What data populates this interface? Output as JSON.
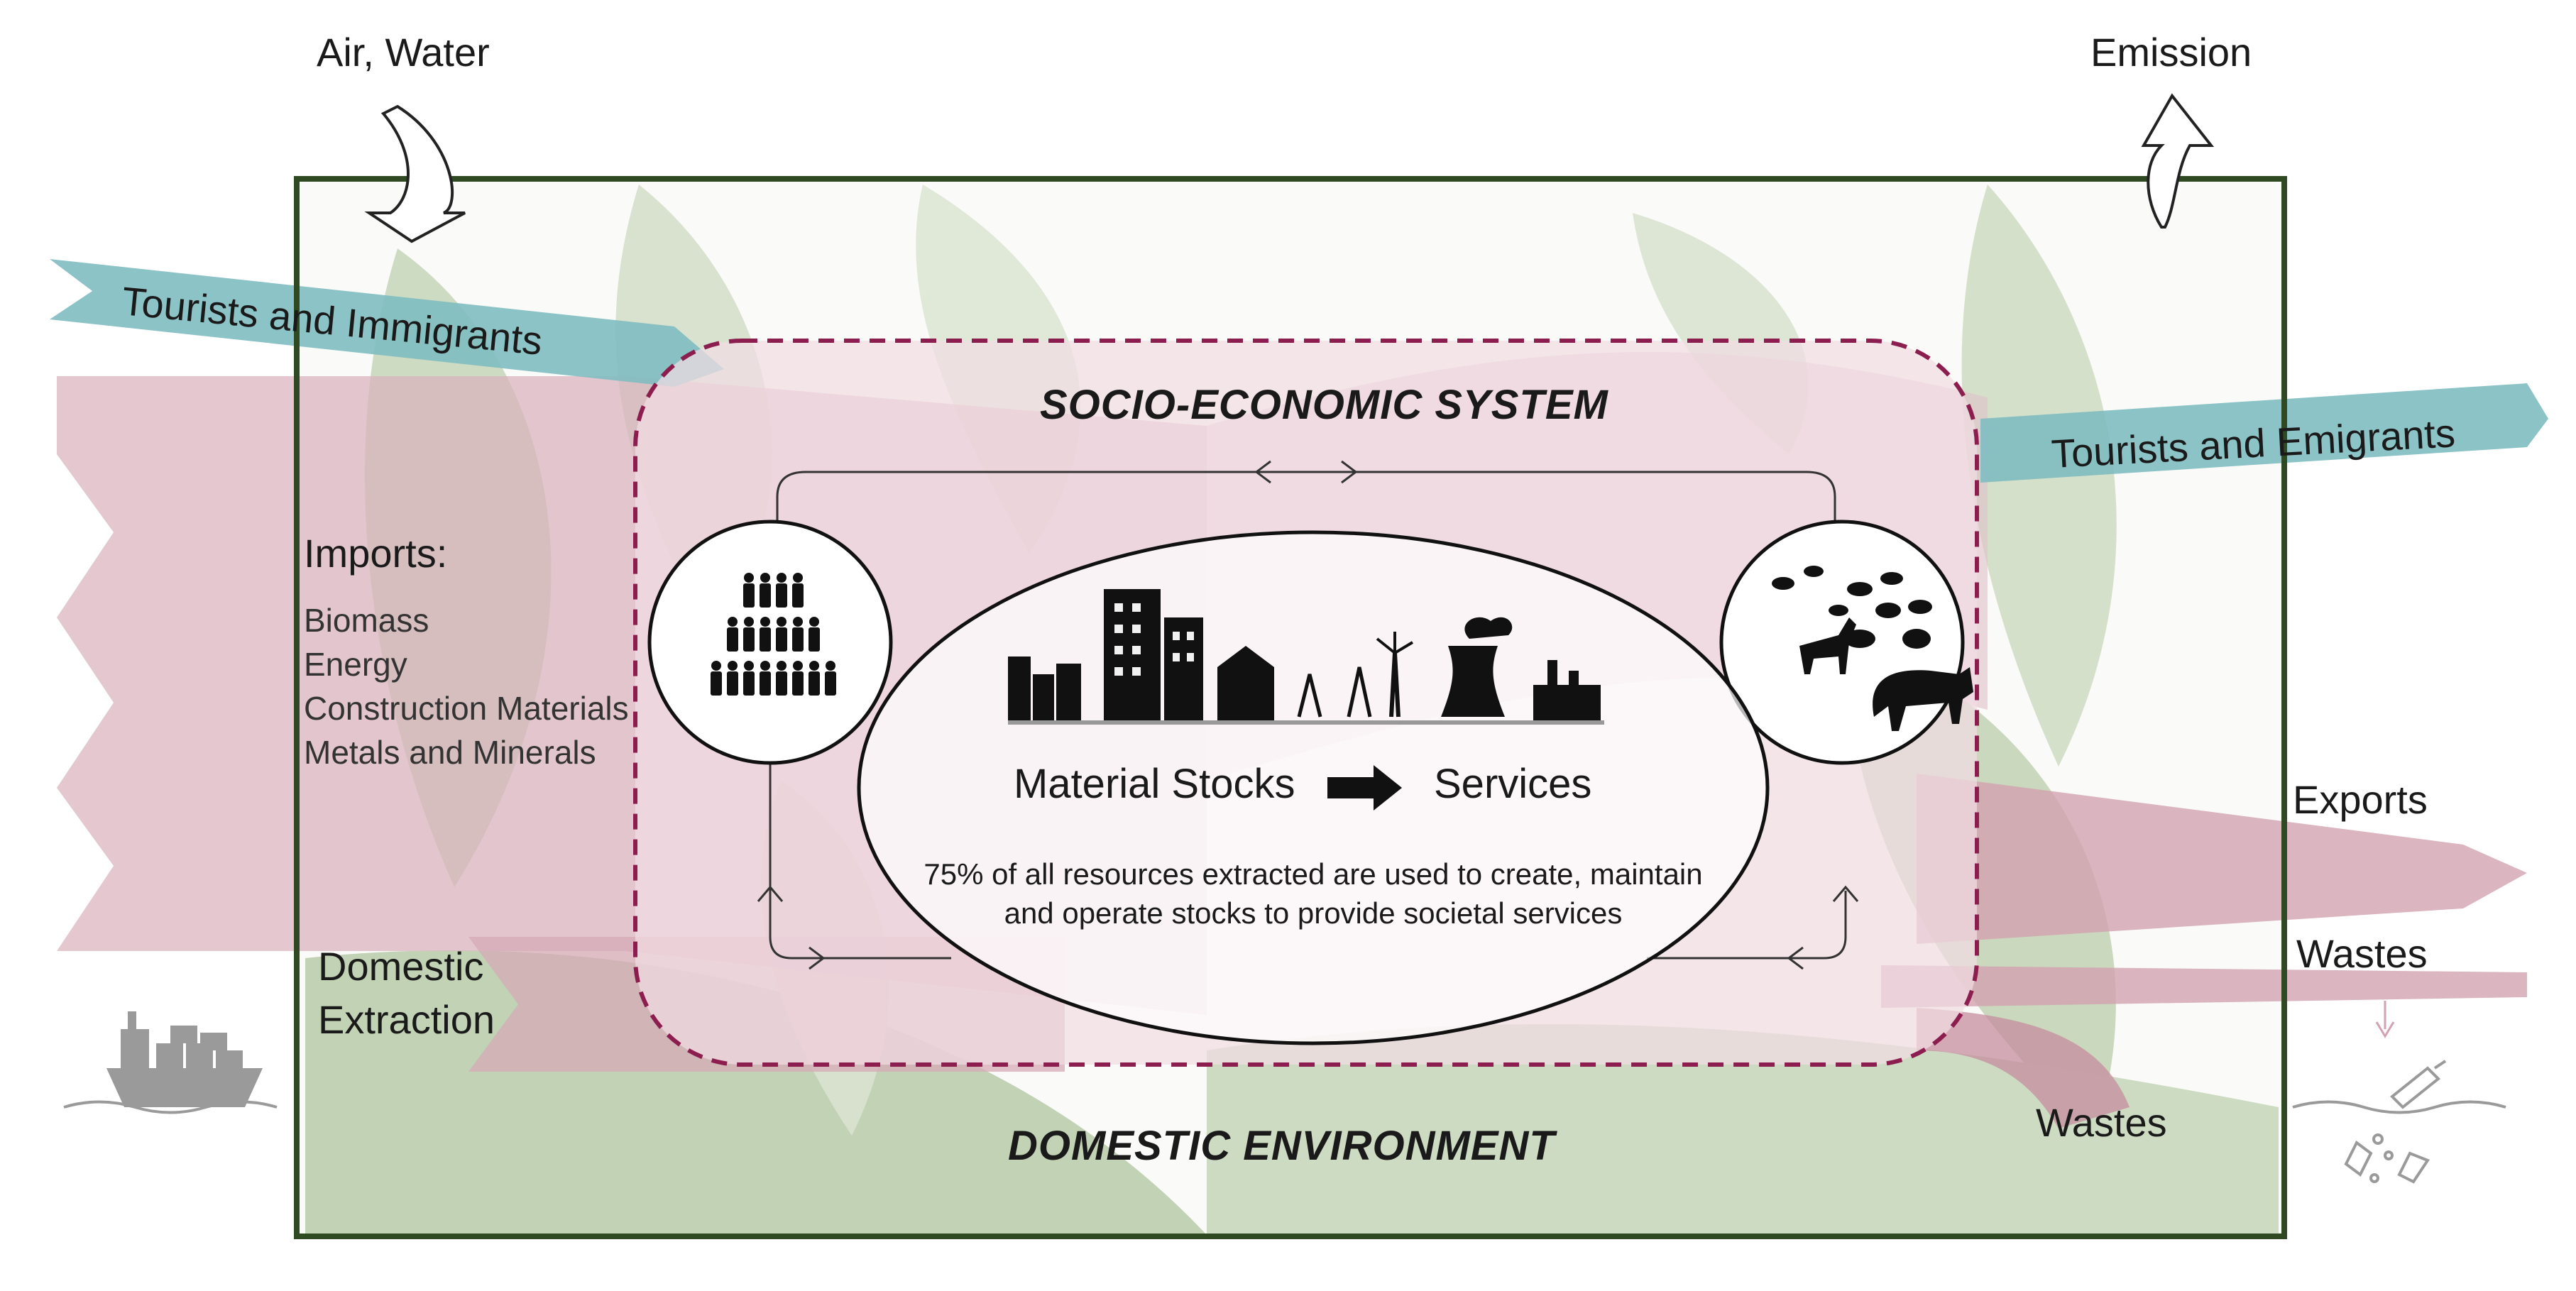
{
  "labels": {
    "air_water": "Air, Water",
    "emission": "Emission",
    "tourists_immigrants": "Tourists and Immigrants",
    "tourists_emigrants": "Tourists and Emigrants",
    "socio_economic_system": "SOCIO-ECONOMIC SYSTEM",
    "imports_title": "Imports:",
    "imports_items": [
      "Biomass",
      "Energy",
      "Construction Materials",
      "Metals and Minerals"
    ],
    "material_stocks": "Material Stocks",
    "services": "Services",
    "resources_note": "75% of all resources extracted are used to create, maintain and operate stocks to provide societal services",
    "exports": "Exports",
    "wastes_flow": "Wastes",
    "domestic_extraction_line1": "Domestic",
    "domestic_extraction_line2": "Extraction",
    "domestic_environment": "DOMESTIC ENVIRONMENT",
    "wastes_environment": "Wastes"
  },
  "colors": {
    "environment_border": "#2f4a22",
    "system_border": "#8b1e4f",
    "flow_pink": "#d9b2bd",
    "flow_teal": "#7fbcc1",
    "system_fill": "#f1dde3",
    "leaf_green": "#9fb98a"
  },
  "icons": {
    "population": "people-pyramid-icon",
    "infrastructure": "city-buildings-icon",
    "livestock": "livestock-animals-icon",
    "ship": "cargo-ship-icon",
    "litter": "ocean-litter-icon"
  }
}
